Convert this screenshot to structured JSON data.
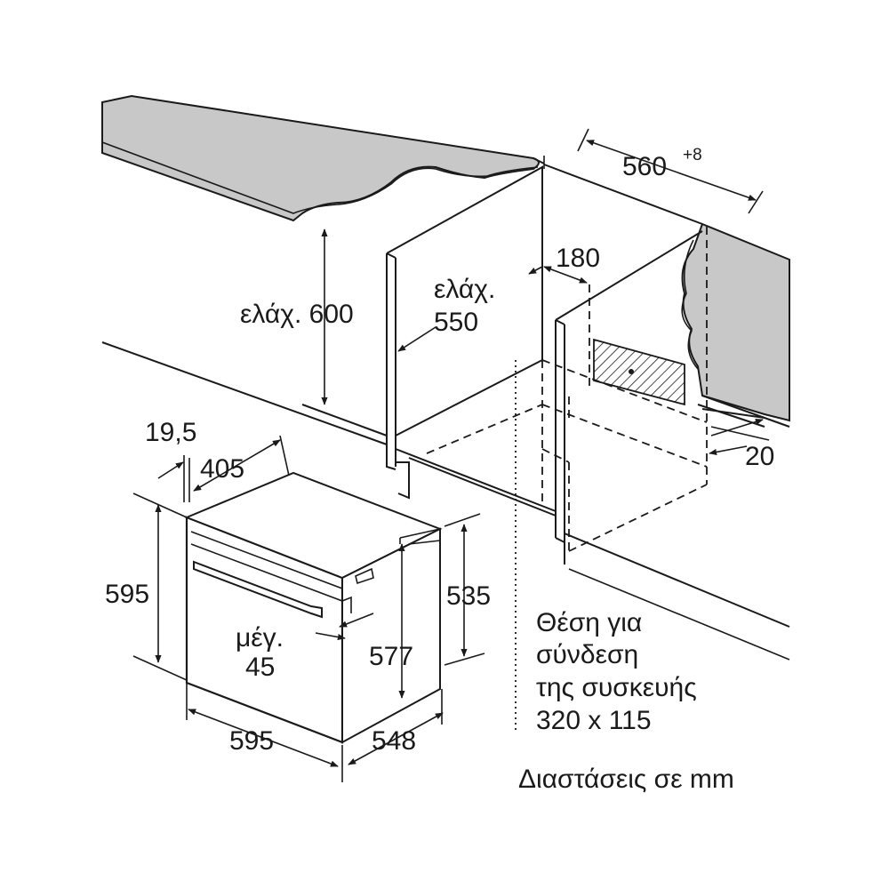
{
  "labels": {
    "niche_width": "560",
    "niche_width_tolerance": "+8",
    "min_height_label": "ελάχ. 600",
    "min_depth_label_line1": "ελάχ.",
    "min_depth_label_line2": "550",
    "cutout_offset": "180",
    "back_gap": "20",
    "front_panel_thickness": "19,5",
    "body_depth_top": "405",
    "front_height": "595",
    "body_height_right": "535",
    "inner_height": "577",
    "max_gap_line1": "μέγ.",
    "max_gap_line2": "45",
    "front_width": "595",
    "body_depth": "548"
  },
  "connection_note": {
    "line1": "Θέση για",
    "line2": "σύνδεση",
    "line3": "της συσκευής",
    "line4": "320 x 115"
  },
  "units_note": "Διαστάσεις σε mm",
  "colors": {
    "countertop_fill": "#c8c8c8",
    "line": "#1a1a1a",
    "background": "#ffffff"
  }
}
